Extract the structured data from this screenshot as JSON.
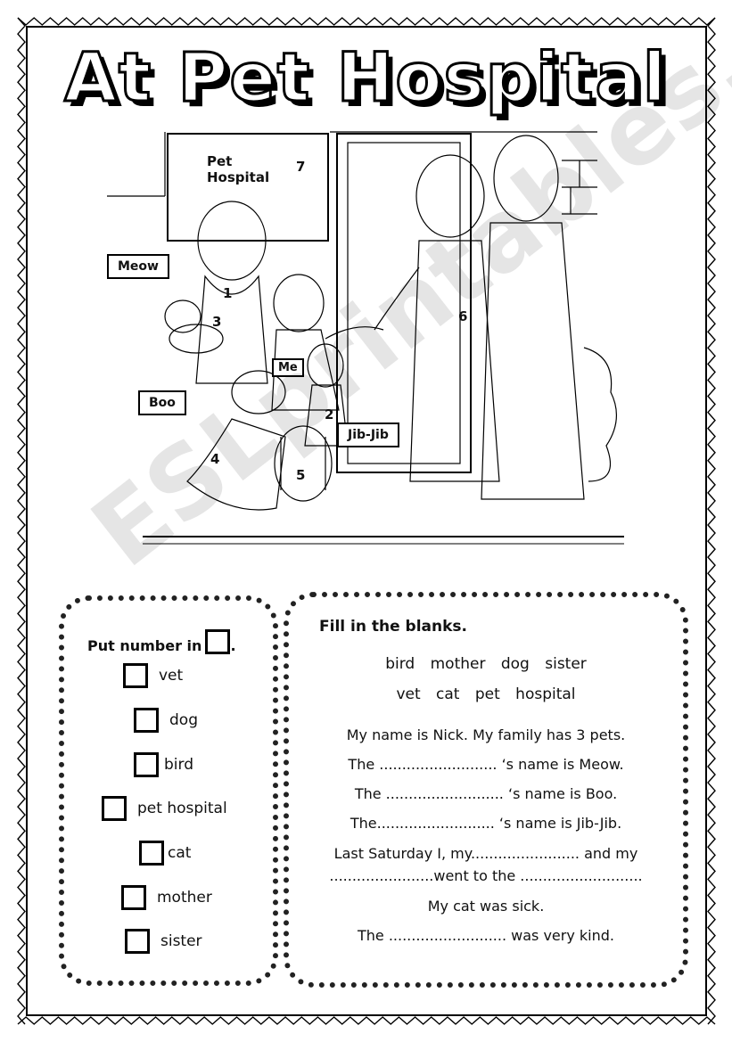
{
  "title": "At Pet Hospital",
  "illustration": {
    "sign": [
      "Pet",
      "Hospital"
    ],
    "bubbles": {
      "meow": "Meow",
      "boo": "Boo",
      "jibjib": "Jib-Jib",
      "me": "Me"
    },
    "numbers": [
      "1",
      "2",
      "3",
      "4",
      "5",
      "6",
      "7"
    ]
  },
  "watermark": "ESLprintables.com",
  "left_panel": {
    "heading": "Put number in",
    "items": [
      "vet",
      "dog",
      "bird",
      "pet hospital",
      "cat",
      "mother",
      "sister"
    ]
  },
  "right_panel": {
    "heading": "Fill in the blanks.",
    "word_bank_1": "bird  mother  dog  sister",
    "word_bank_2": "vet  cat  pet hospital",
    "sentences": [
      "My name is Nick. My family has 3 pets.",
      "The .......................... ‘s name is Meow.",
      "The .......................... ‘s name is Boo.",
      "The.......................... ‘s name is Jib-Jib.",
      "Last Saturday I, my........................ and my",
      ".......................went to the ...........................",
      "My cat was sick.",
      "The .......................... was very kind."
    ]
  }
}
